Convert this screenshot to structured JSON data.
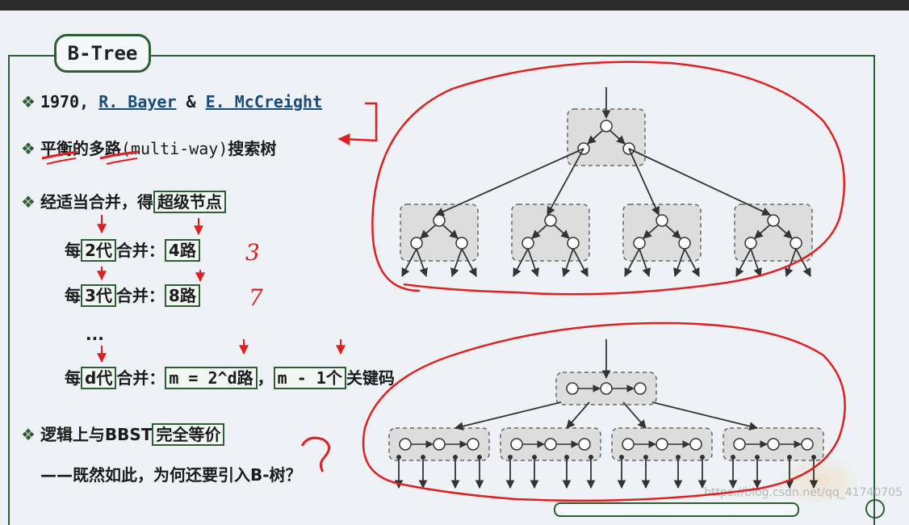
{
  "title": "B-Tree",
  "lines": {
    "l1_prefix": "1970, ",
    "l1_author1": "R. Bayer",
    "l1_amp": " & ",
    "l1_author2": "E. McCreight",
    "l2_part1": "平衡的多路",
    "l2_part2": "(multi-way)",
    "l2_part3": "搜索树",
    "l3_part1": "经适当合并，得",
    "l3_box": "超级节点",
    "l4_mei": "每",
    "l4_gen": "2代",
    "l4_merge": "合并：",
    "l4_ways": "4路",
    "l5_mei": "每",
    "l5_gen": "3代",
    "l5_merge": "合并：",
    "l5_ways": "8路",
    "l6_dots": "...",
    "l7_mei": "每",
    "l7_gen": "d代",
    "l7_merge": "合并：",
    "l7_ways": "m = 2^d路",
    "l7_sep": "，",
    "l7_keys": "m - 1个",
    "l7_suffix": "关键码",
    "l8_part1": "逻辑上与BBST",
    "l8_box": "完全等价",
    "l9": "——既然如此，为何还要引入B-树？"
  },
  "annotations": {
    "num3": "3",
    "num7": "7"
  },
  "watermark": "https://blog.csdn.net/qq_41740705",
  "colors": {
    "accent": "#2f5d35",
    "annotation": "#e02020",
    "link": "#1a4a78",
    "node_fill": "#dddddd"
  },
  "icons": {
    "bullet": "diamond-bullet-icon"
  }
}
